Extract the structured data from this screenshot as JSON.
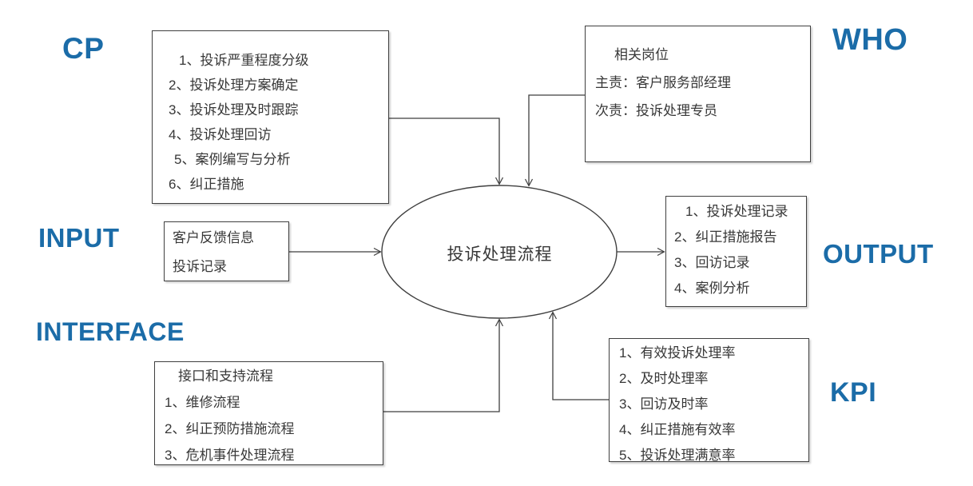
{
  "colors": {
    "accent": "#1b6ca8",
    "line": "#3f3f3f",
    "text": "#383838"
  },
  "labels": {
    "cp": "CP",
    "who": "WHO",
    "input": "INPUT",
    "output": "OUTPUT",
    "interface": "INTERFACE",
    "kpi": "KPI"
  },
  "process": {
    "title": "投诉处理流程"
  },
  "cp_box": {
    "items": [
      "1、投诉严重程度分级",
      "2、投诉处理方案确定",
      "3、投诉处理及时跟踪",
      "4、投诉处理回访",
      "5、案例编写与分析",
      "6、纠正措施"
    ]
  },
  "who_box": {
    "title": "相关岗位",
    "lines": [
      "主责：客户服务部经理",
      "次责：投诉处理专员"
    ]
  },
  "input_box": {
    "lines": [
      "客户反馈信息",
      "投诉记录"
    ]
  },
  "output_box": {
    "items": [
      "1、投诉处理记录",
      "2、纠正措施报告",
      "3、回访记录",
      "4、案例分析"
    ]
  },
  "interface_box": {
    "title": "接口和支持流程",
    "items": [
      "1、维修流程",
      "2、纠正预防措施流程",
      "3、危机事件处理流程"
    ]
  },
  "kpi_box": {
    "items": [
      "1、有效投诉处理率",
      "2、及时处理率",
      "3、回访及时率",
      "4、纠正措施有效率",
      "5、投诉处理满意率"
    ]
  }
}
